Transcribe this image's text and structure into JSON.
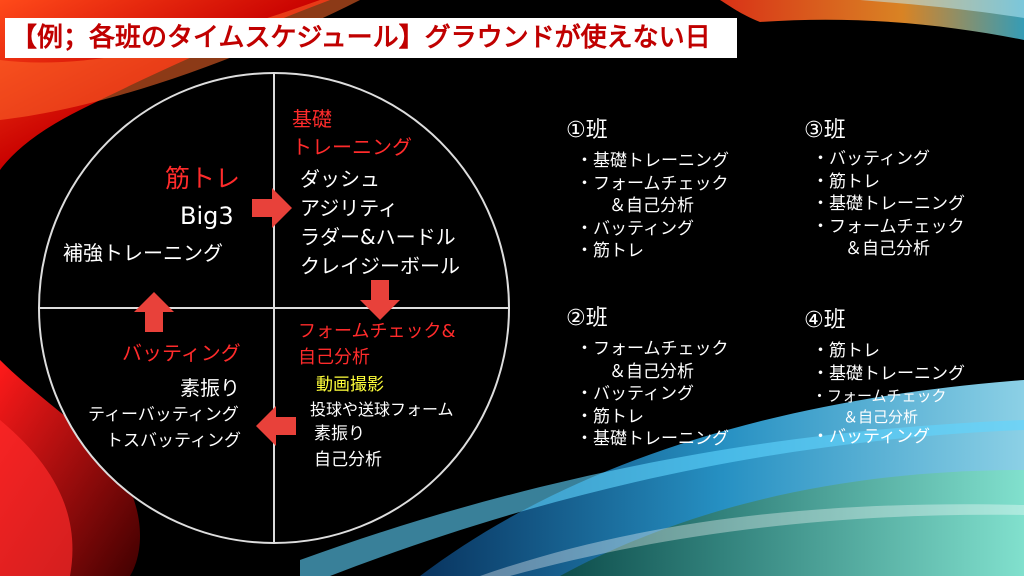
{
  "title": "【例；各班のタイムスケジュール】グラウンドが使えない日",
  "quadrants": {
    "top_left": {
      "heading": "筋トレ",
      "lines": [
        "Big3",
        "補強トレーニング"
      ]
    },
    "top_right": {
      "heading_lines": [
        "基礎",
        "トレーニング"
      ],
      "lines": [
        "ダッシュ",
        "アジリティ",
        "ラダー&ハードル",
        "クレイジーボール"
      ]
    },
    "bottom_right": {
      "heading_lines": [
        "フォームチェック&",
        "自己分析"
      ],
      "highlight": "動画撮影",
      "lines": [
        "投球や送球フォーム",
        "素振り",
        "自己分析"
      ]
    },
    "bottom_left": {
      "heading": "バッティング",
      "lines": [
        "素振り",
        "ティーバッティング",
        "トスバッティング"
      ]
    }
  },
  "groups": [
    {
      "title": "①班",
      "items": [
        "・基礎トレーニング",
        "・フォームチェック",
        "　＆自己分析",
        "・バッティング",
        "・筋トレ"
      ]
    },
    {
      "title": "②班",
      "items": [
        "・フォームチェック",
        "　＆自己分析",
        "・バッティング",
        "・筋トレ",
        "・基礎トレーニング"
      ]
    },
    {
      "title": "③班",
      "items": [
        "・バッティング",
        "・筋トレ",
        "・基礎トレーニング",
        "・フォームチェック",
        "　＆自己分析"
      ]
    },
    {
      "title": "④班",
      "items": [
        "・筋トレ",
        "・基礎トレーニング",
        "・フォームチェック",
        "　＆自己分析",
        "・バッティング"
      ]
    }
  ],
  "colors": {
    "accent_red": "#ff2b2b",
    "highlight_yellow": "#ffff3a",
    "title_red": "#c00000",
    "arrow_red": "#e8413a"
  }
}
